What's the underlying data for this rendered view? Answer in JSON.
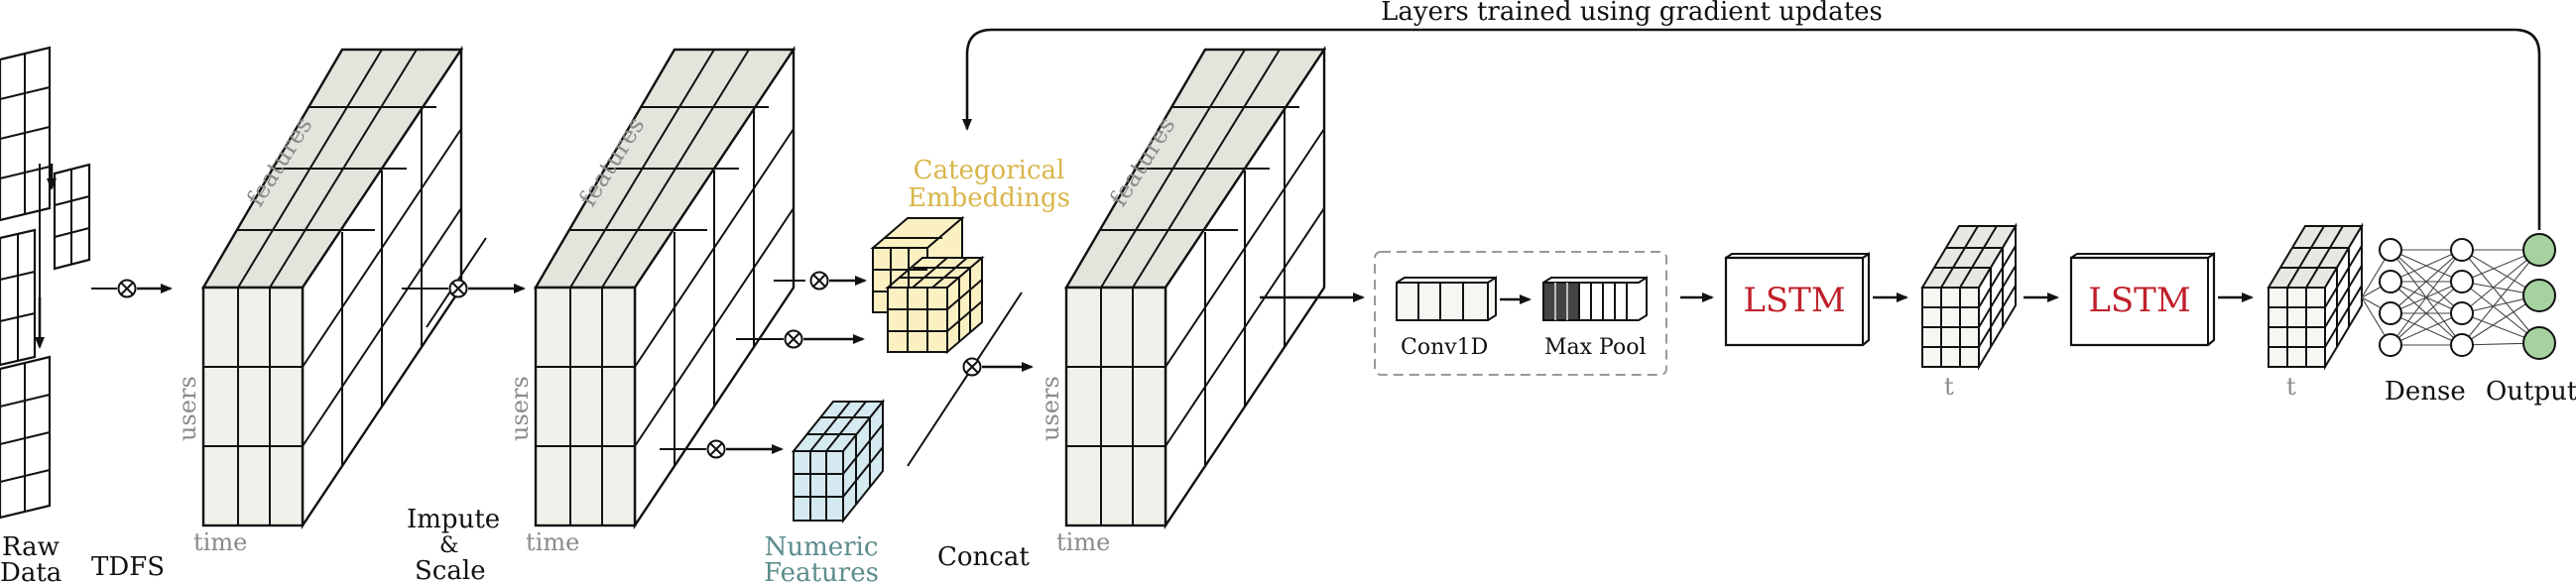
{
  "labels": {
    "raw_data_1": "Raw",
    "raw_data_2": "Data",
    "tdfs": "TDFS",
    "impute_1": "Impute",
    "impute_2": "&",
    "impute_3": "Scale",
    "categorical_1": "Categorical",
    "categorical_2": "Embeddings",
    "numeric_1": "Numeric",
    "numeric_2": "Features",
    "concat": "Concat",
    "conv1d": "Conv1D",
    "maxpool": "Max Pool",
    "lstm": "LSTM",
    "t": "t",
    "dense": "Dense",
    "output": "Output",
    "feedback": "Layers trained using gradient updates"
  },
  "axes": {
    "features": "features",
    "users": "users",
    "time": "time"
  },
  "colors": {
    "categorical": "#d9b54a",
    "numeric": "#5c8c8c",
    "lstm": "#c0202a",
    "cat_fill": "#fbf0c2",
    "num_fill": "#d4eaf0",
    "out_node": "#a6d2a0",
    "axis_gray": "#8a8a8a"
  },
  "icons": {
    "operator": "otimes-icon"
  }
}
